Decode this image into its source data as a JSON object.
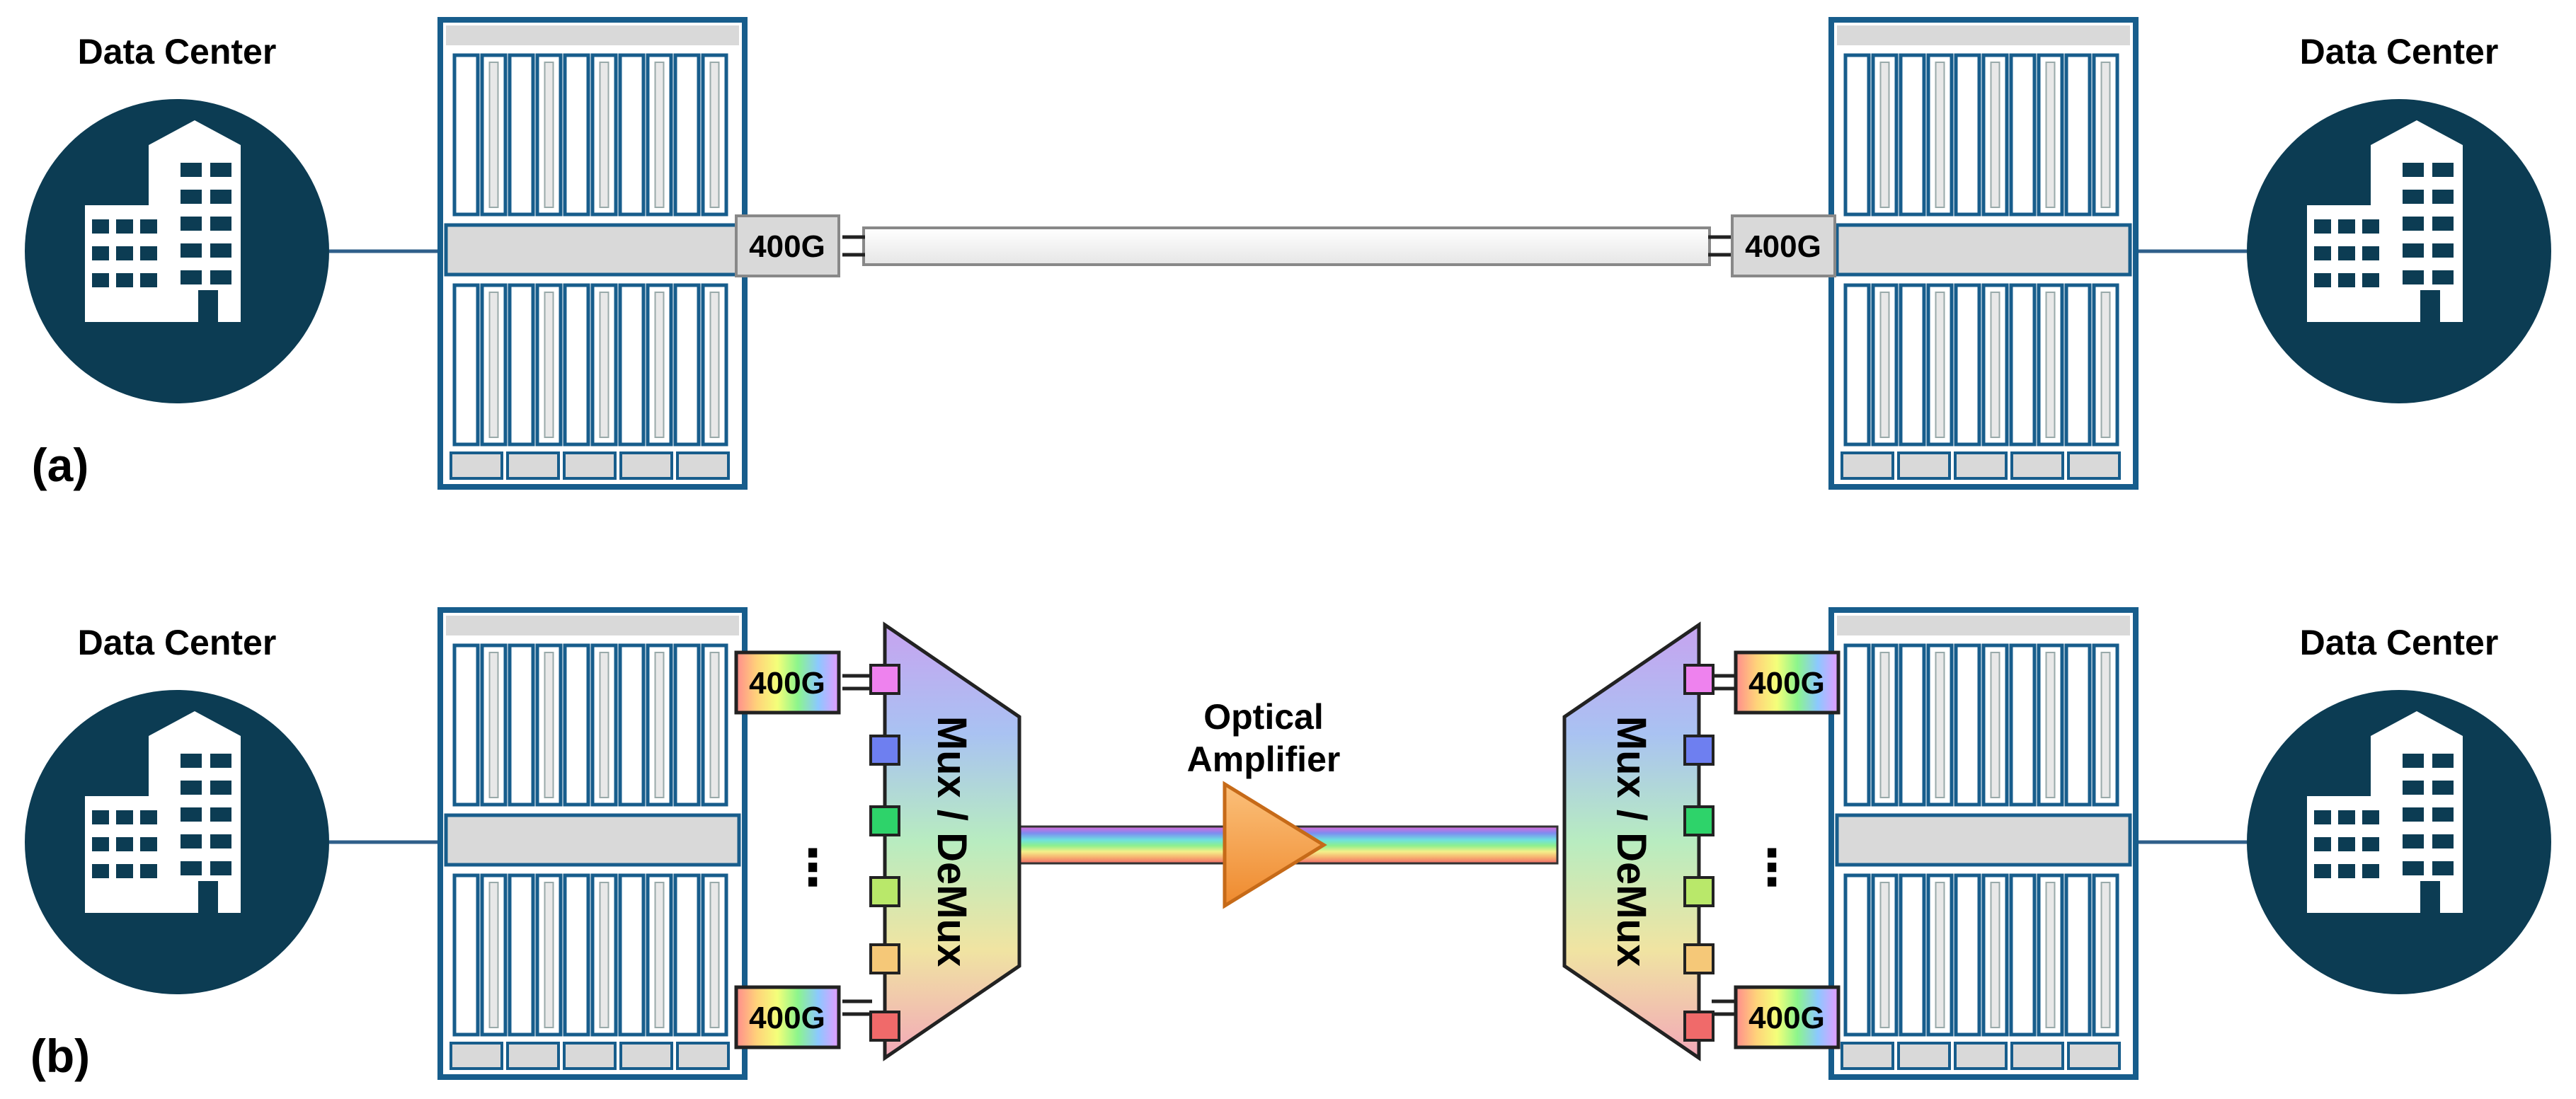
{
  "panels": [
    {
      "id": "a",
      "label": "(a)",
      "left_dc_label": "Data Center",
      "right_dc_label": "Data Center",
      "left_transceiver": "400G",
      "right_transceiver": "400G"
    },
    {
      "id": "b",
      "label": "(b)",
      "left_dc_label": "Data Center",
      "right_dc_label": "Data Center",
      "left_transceivers": [
        "400G",
        "400G"
      ],
      "right_transceivers": [
        "400G",
        "400G"
      ],
      "left_mux_label": "Mux / DeMux",
      "right_mux_label": "Mux / DeMux",
      "amplifier_label_line1": "Optical",
      "amplifier_label_line2": "Amplifier",
      "ellipsis": "⋮"
    }
  ],
  "colors": {
    "dc_circle": "#0c3c53",
    "rack_frame": "#175d8c",
    "rack_fill": "#d9d9d9",
    "link_line": "#2f5f8a",
    "amplifier": "#f5a04c",
    "wavelengths": [
      "#ee82ee",
      "#6e7ff0",
      "#2ed36a",
      "#b9e86a",
      "#f5c878",
      "#f06a6a"
    ]
  }
}
